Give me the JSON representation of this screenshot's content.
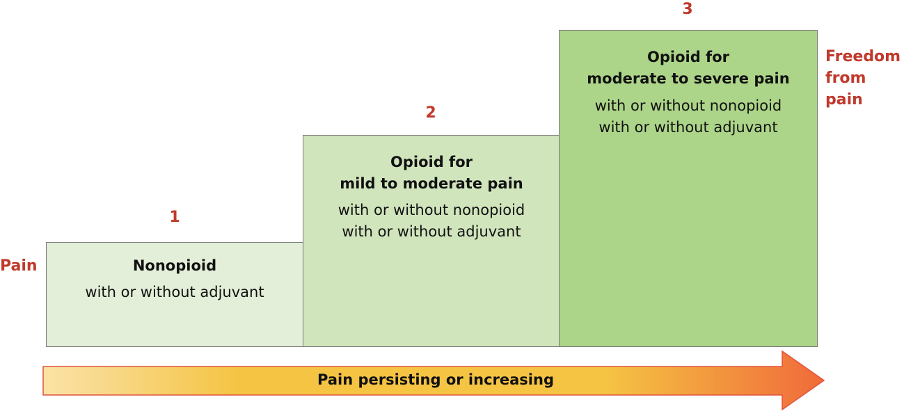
{
  "labels": {
    "pain": "Pain",
    "freedom_line1": "Freedom",
    "freedom_line2": "from pain"
  },
  "steps": [
    {
      "number": "1",
      "title_lines": [
        "Nonopioid"
      ],
      "sub_lines": [
        "with or without adjuvant"
      ],
      "color": "#e3efd8"
    },
    {
      "number": "2",
      "title_lines": [
        "Opioid for",
        "mild to moderate pain"
      ],
      "sub_lines": [
        "with or without nonopioid",
        "with or without adjuvant"
      ],
      "color": "#d1e5bd"
    },
    {
      "number": "3",
      "title_lines": [
        "Opioid for",
        "moderate to severe pain"
      ],
      "sub_lines": [
        "with or without nonopioid",
        "with or without adjuvant"
      ],
      "color": "#add589"
    }
  ],
  "arrow": {
    "label": "Pain persisting or increasing",
    "gradient": [
      "#fbe3a6",
      "#f5c443",
      "#f06a3a"
    ]
  },
  "colors": {
    "accent_red": "#c0392b",
    "box_border": "#7a7a7a"
  }
}
